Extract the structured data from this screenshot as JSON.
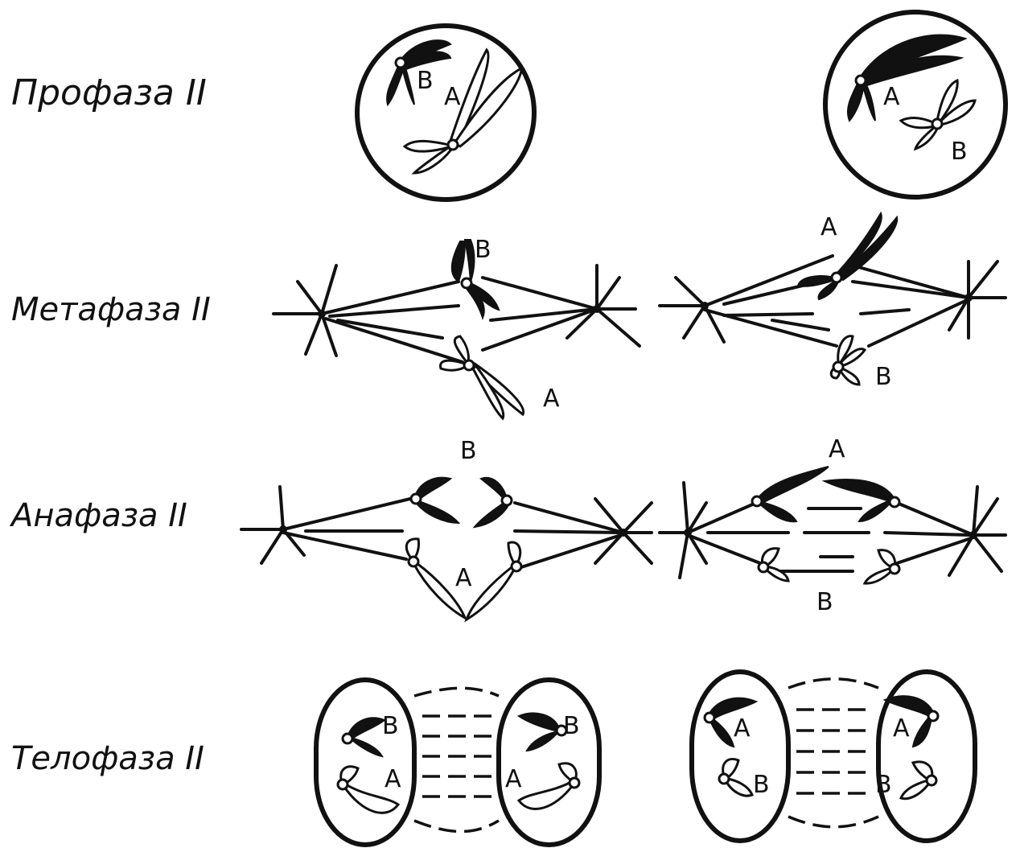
{
  "stages": [
    {
      "id": "prophase",
      "label": "Профаза II"
    },
    {
      "id": "metaphase",
      "label": "Метафаза II"
    },
    {
      "id": "anaphase",
      "label": "Анафаза II"
    },
    {
      "id": "telophase",
      "label": "Телофаза II"
    }
  ],
  "gene_labels": {
    "a": "A",
    "b": "B"
  }
}
